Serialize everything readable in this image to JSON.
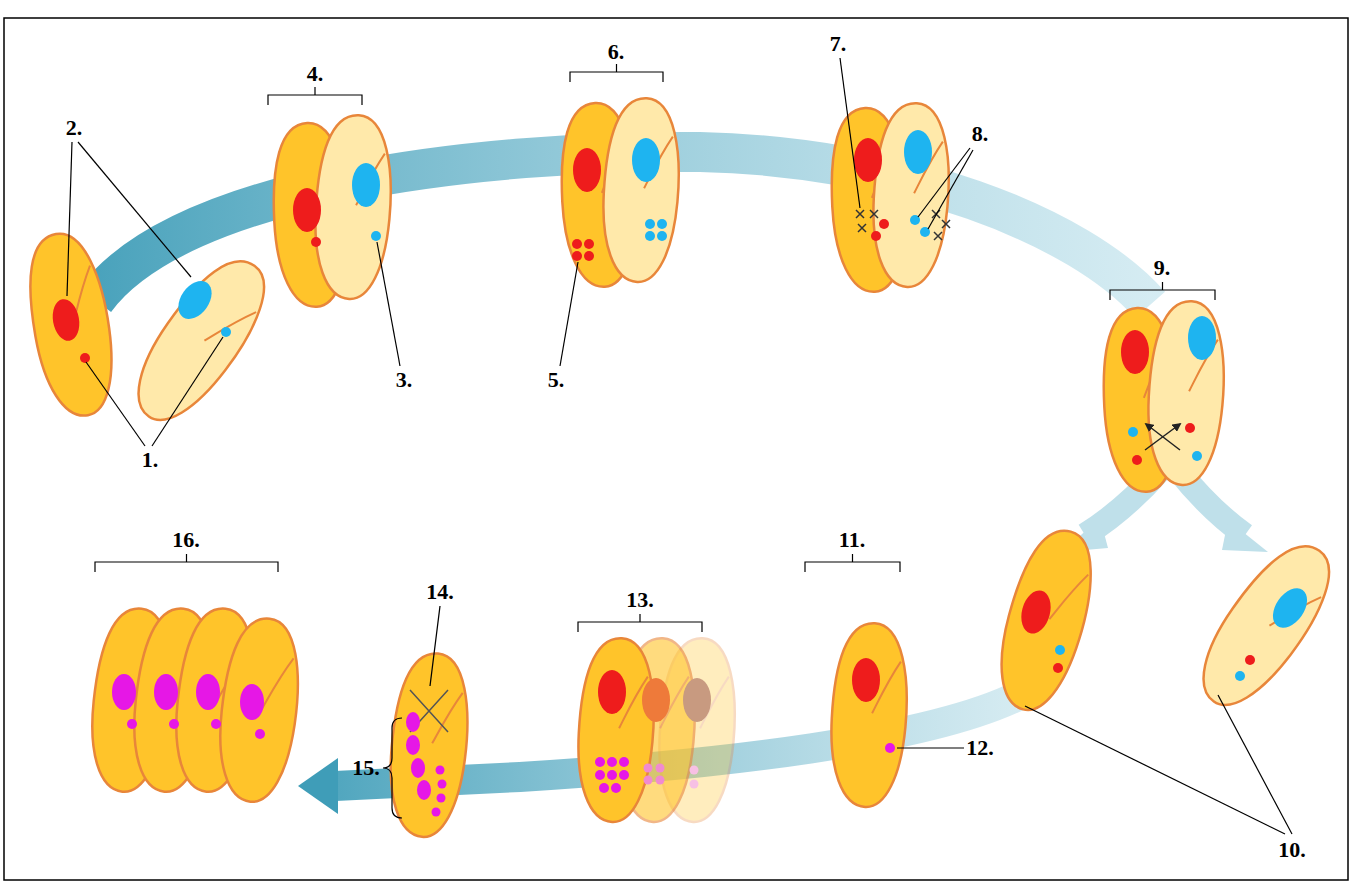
{
  "diagram": {
    "labels": [
      "1.",
      "2.",
      "3.",
      "4.",
      "5.",
      "6.",
      "7.",
      "8.",
      "9.",
      "10.",
      "11.",
      "12.",
      "13.",
      "14.",
      "15.",
      "16."
    ]
  }
}
